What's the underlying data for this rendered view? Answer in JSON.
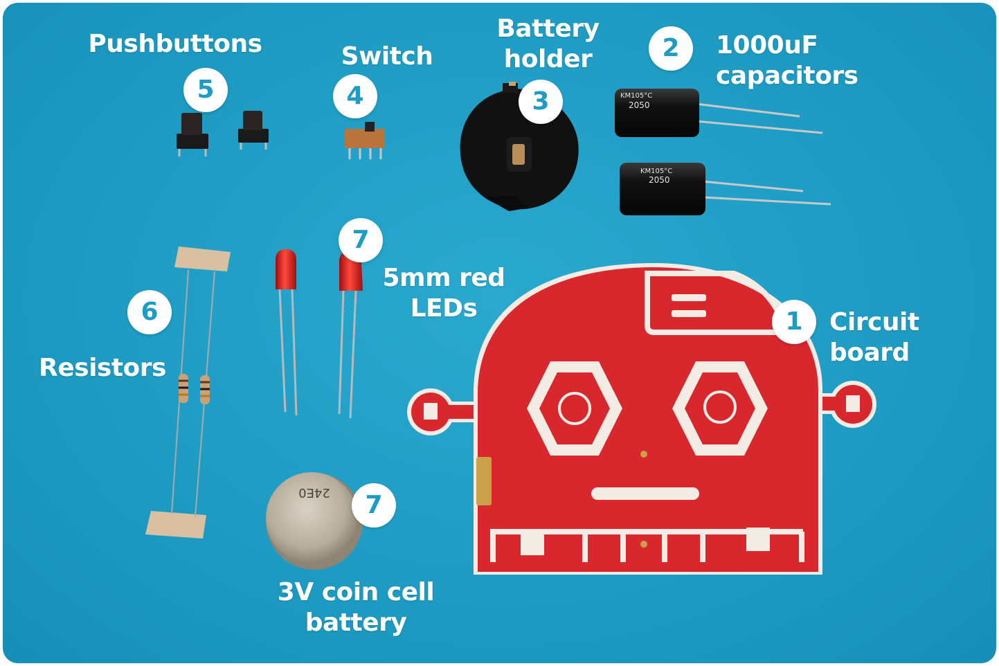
{
  "items": [
    {
      "number": "5",
      "label": "Pushbuttons"
    },
    {
      "number": "4",
      "label": "Switch"
    },
    {
      "number": "3",
      "label": "Battery\nholder"
    },
    {
      "number": "2",
      "label": "1000uF\ncapacitors"
    },
    {
      "number": "6",
      "label": "Resistors"
    },
    {
      "number": "7",
      "label": "5mm red\nLEDs"
    },
    {
      "number": "1",
      "label": "Circuit\nboard"
    },
    {
      "number": "7",
      "label": "3V coin cell\nbattery"
    }
  ],
  "parts": {
    "capacitor_print": [
      "KM105°C",
      "2050"
    ],
    "coin_cell_print": "24E0"
  },
  "colors": {
    "background": "#1e9cc4",
    "badge_text": "#1e9cc4",
    "label_text": "#ffffff",
    "pcb_red": "#d9272e",
    "silkscreen": "#f2ece4"
  }
}
